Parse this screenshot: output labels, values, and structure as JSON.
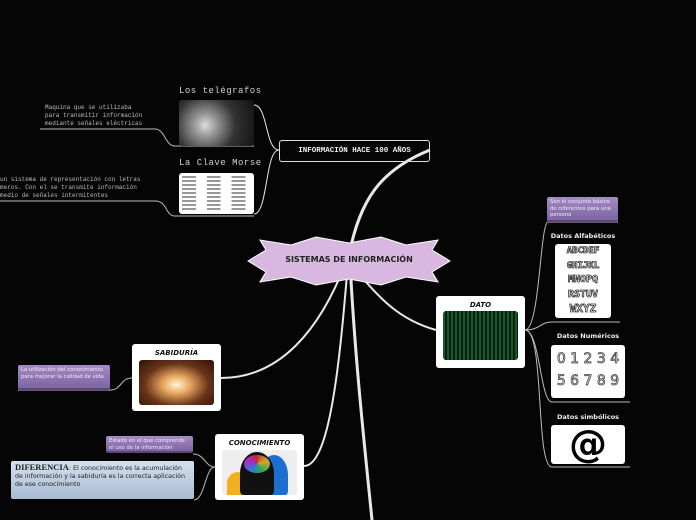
{
  "central": {
    "label": "SISTEMAS DE INFORMACIÓN",
    "color": "#d8b8e0"
  },
  "info100": {
    "label": "INFORMACIÓN HACE 100 AÑOS",
    "telegrafos": {
      "label": "Los telégrafos",
      "description": "Maquina que se utilizaba\npara transmitir información\nmediante señales eléctricas"
    },
    "morse": {
      "label": "La Clave Morse",
      "description": "un sistema de representación con letras\nmeros. Con el se transmite información\nmedio de señales intermitentes"
    }
  },
  "dato": {
    "title": "DATO",
    "note": "Son el conjunto básico de referentes para una persona",
    "alfabeticos": {
      "label": "Datos Alfabéticos",
      "letters": [
        "ABCDEF",
        "GHIJKL",
        "MNOPQ",
        "RSTUV",
        "WXYZ"
      ]
    },
    "numericos": {
      "label": "Datos Numéricos",
      "digits": [
        "0 1 2 3 4",
        "5 6 7 8 9"
      ]
    },
    "simbolicos": {
      "label": "Datos simbólicos",
      "symbol": "@"
    }
  },
  "sabiduria": {
    "title": "SABIDURÍA",
    "note": "La utilización del conocimiento para mejorar la calidad de vida"
  },
  "conocimiento": {
    "title": "CONOCIMIENTO",
    "note": "Estado en el que comprende el uso de la información",
    "diferencia_label": "DIFERENCIA",
    "diferencia_text": ": El conocimiento es la acumulación de información y la sabiduría es la correcta aplicación de ese conocimiento"
  },
  "colors": {
    "background": "#050505",
    "note_purple": "#8f77b3",
    "line": "#e8e8e8"
  }
}
